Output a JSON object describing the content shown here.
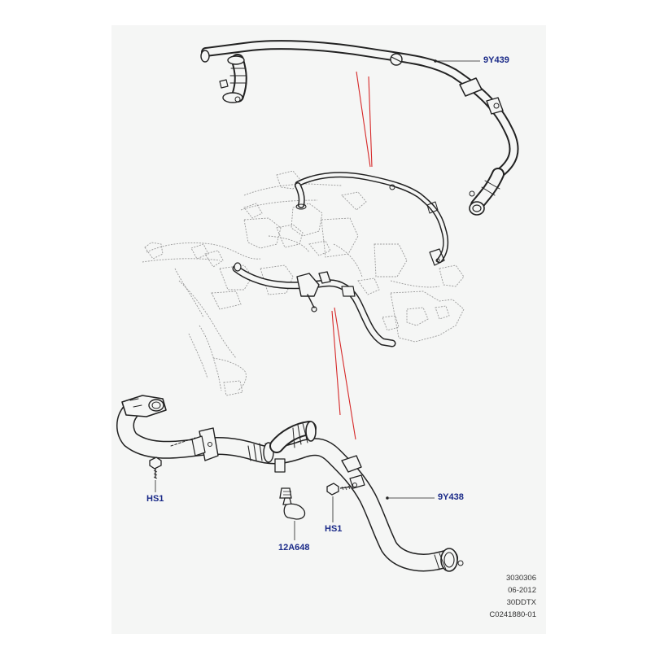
{
  "colors": {
    "paper": "#f5f6f5",
    "line": "#222222",
    "ghost": "#9a9a9a",
    "leader": "#d62828",
    "callout_text": "#1a2a88"
  },
  "callouts": {
    "upper_pipe": "9Y439",
    "lower_pipe": "9Y438",
    "bolt_left": "HS1",
    "bolt_right": "HS1",
    "sensor": "12A648"
  },
  "reference_block": {
    "line1": "3030306",
    "line2": "06-2012",
    "line3": "30DDTX",
    "line4": "C0241880-01"
  }
}
